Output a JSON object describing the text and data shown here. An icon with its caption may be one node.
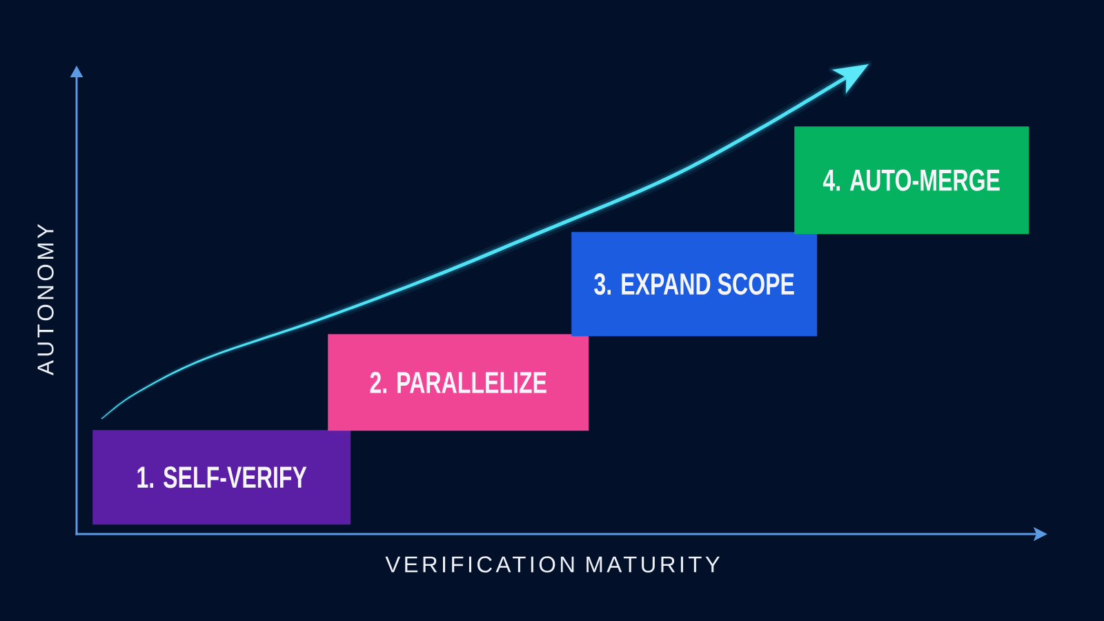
{
  "diagram": {
    "nodes": [
      {
        "text": [
          "1. SELF-VERIFY"
        ]
      },
      {
        "text": [
          "2. PARALLELIZE"
        ]
      },
      {
        "text": [
          "3. EXPAND SCOPE"
        ]
      },
      {
        "text": [
          "4. AUTO-MERGE"
        ]
      }
    ],
    "labels": [
      "AUTONOMY",
      "VERIFICATION MATURITY"
    ]
  }
}
